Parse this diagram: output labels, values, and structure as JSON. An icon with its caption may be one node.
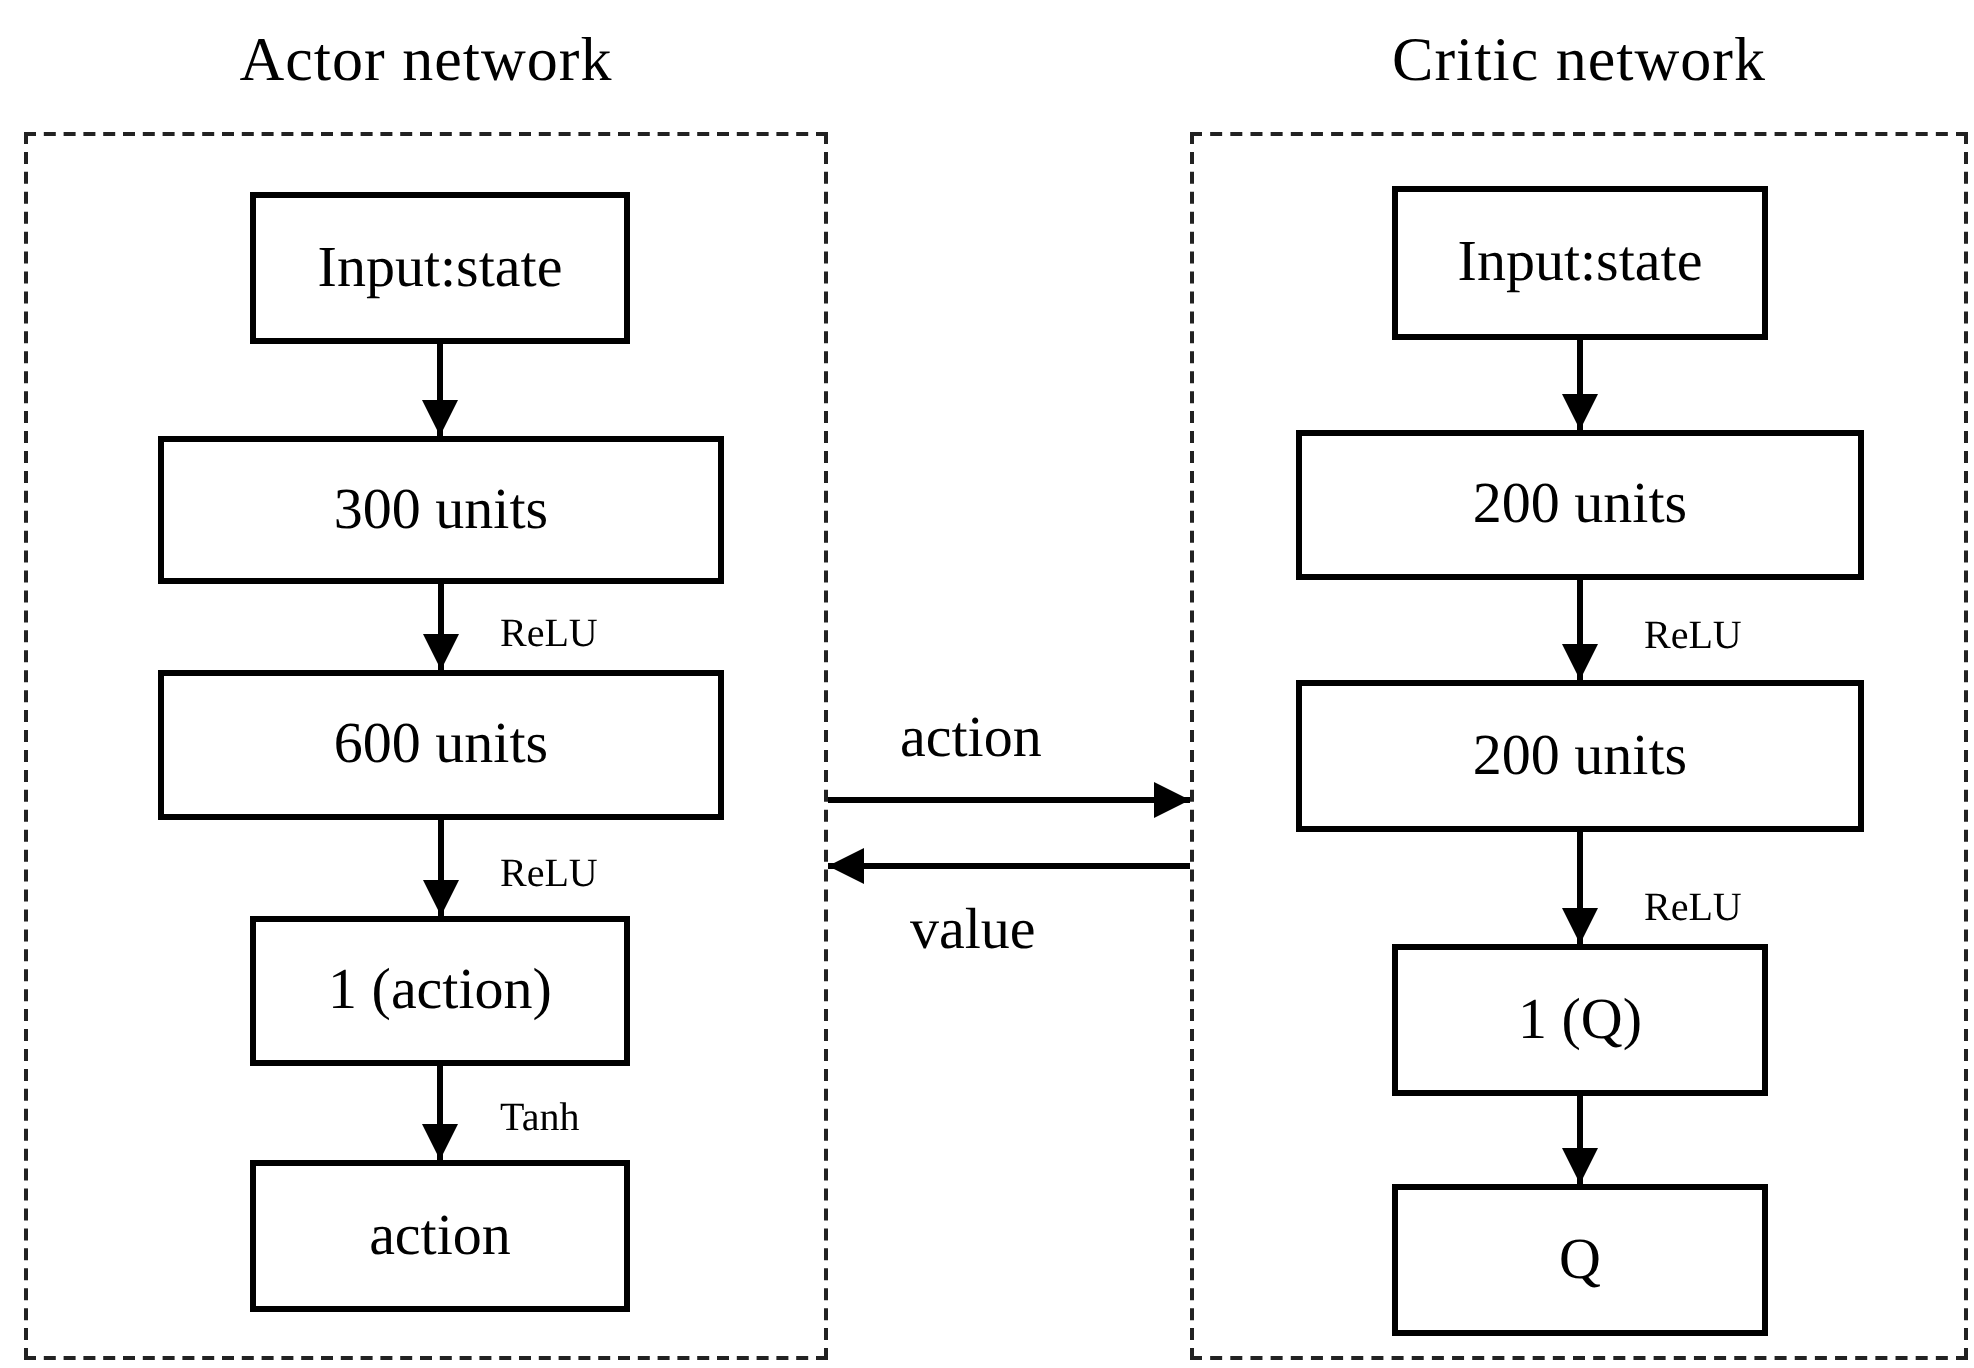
{
  "diagram": {
    "nodes": [
      {
        "text": [
          "Actor network"
        ]
      },
      {
        "text": [
          "Input:state"
        ],
        "in": 0
      },
      {
        "text": [
          "300 units"
        ],
        "in": 0
      },
      {
        "text": [
          "600 units"
        ],
        "in": 0
      },
      {
        "text": [
          "1 (action)"
        ],
        "in": 0
      },
      {
        "text": [
          "action"
        ],
        "in": 0
      },
      {
        "text": [
          "Critic network"
        ]
      },
      {
        "text": [
          "Input:state"
        ],
        "in": 6
      },
      {
        "text": [
          "200 units"
        ],
        "in": 6
      },
      {
        "text": [
          "200 units"
        ],
        "in": 6
      },
      {
        "text": [
          "1 (Q)"
        ],
        "in": 6
      },
      {
        "text": [
          "Q"
        ],
        "in": 6
      }
    ],
    "edges": [
      {
        "from": 1,
        "to": 2,
        "arrow": "to"
      },
      {
        "from": 2,
        "to": 3,
        "arrow": "to",
        "label": "ReLU"
      },
      {
        "from": 3,
        "to": 4,
        "arrow": "to",
        "label": "ReLU"
      },
      {
        "from": 4,
        "to": 5,
        "arrow": "to",
        "label": "Tanh"
      },
      {
        "from": 7,
        "to": 8,
        "arrow": "to"
      },
      {
        "from": 8,
        "to": 9,
        "arrow": "to",
        "label": "ReLU"
      },
      {
        "from": 9,
        "to": 10,
        "arrow": "to",
        "label": "ReLU"
      },
      {
        "from": 10,
        "to": 11,
        "arrow": "to"
      },
      {
        "from": 0,
        "to": 6,
        "arrow": "to",
        "label": "action"
      },
      {
        "from": 6,
        "to": 0,
        "arrow": "to",
        "label": "value"
      }
    ]
  }
}
